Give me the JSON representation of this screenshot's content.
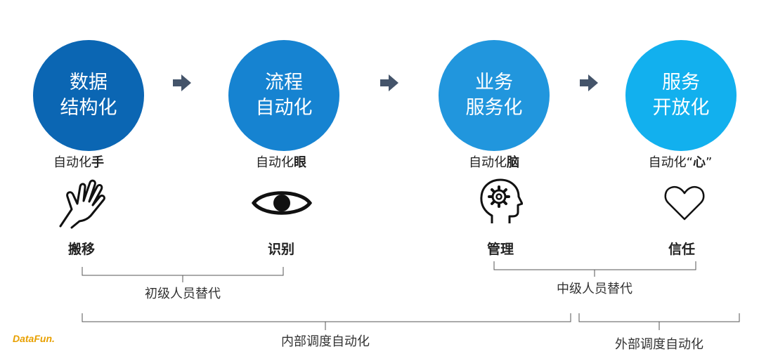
{
  "stages": [
    {
      "line1": "数据",
      "line2": "结构化",
      "color": "#0b66b3",
      "head_prefix": "自动化",
      "head_bold": "手",
      "icon": "hand-icon",
      "action": "搬移"
    },
    {
      "line1": "流程",
      "line2": "自动化",
      "color": "#1683d1",
      "head_prefix": "自动化",
      "head_bold": "眼",
      "icon": "eye-icon",
      "action": "识别"
    },
    {
      "line1": "业务",
      "line2": "服务化",
      "color": "#2196dd",
      "head_prefix": "自动化",
      "head_bold": "脑",
      "icon": "brain-gear-icon",
      "action": "管理"
    },
    {
      "line1": "服务",
      "line2": "开放化",
      "color": "#12b0ee",
      "head_prefix": "自动化“",
      "head_bold": "心",
      "head_suffix": "”",
      "icon": "heart-icon",
      "action": "信任"
    }
  ],
  "brackets": {
    "junior": "初级人员替代",
    "middle": "中级人员替代",
    "internal": "内部调度自动化",
    "external": "外部调度自动化"
  },
  "logo": "DataFun."
}
